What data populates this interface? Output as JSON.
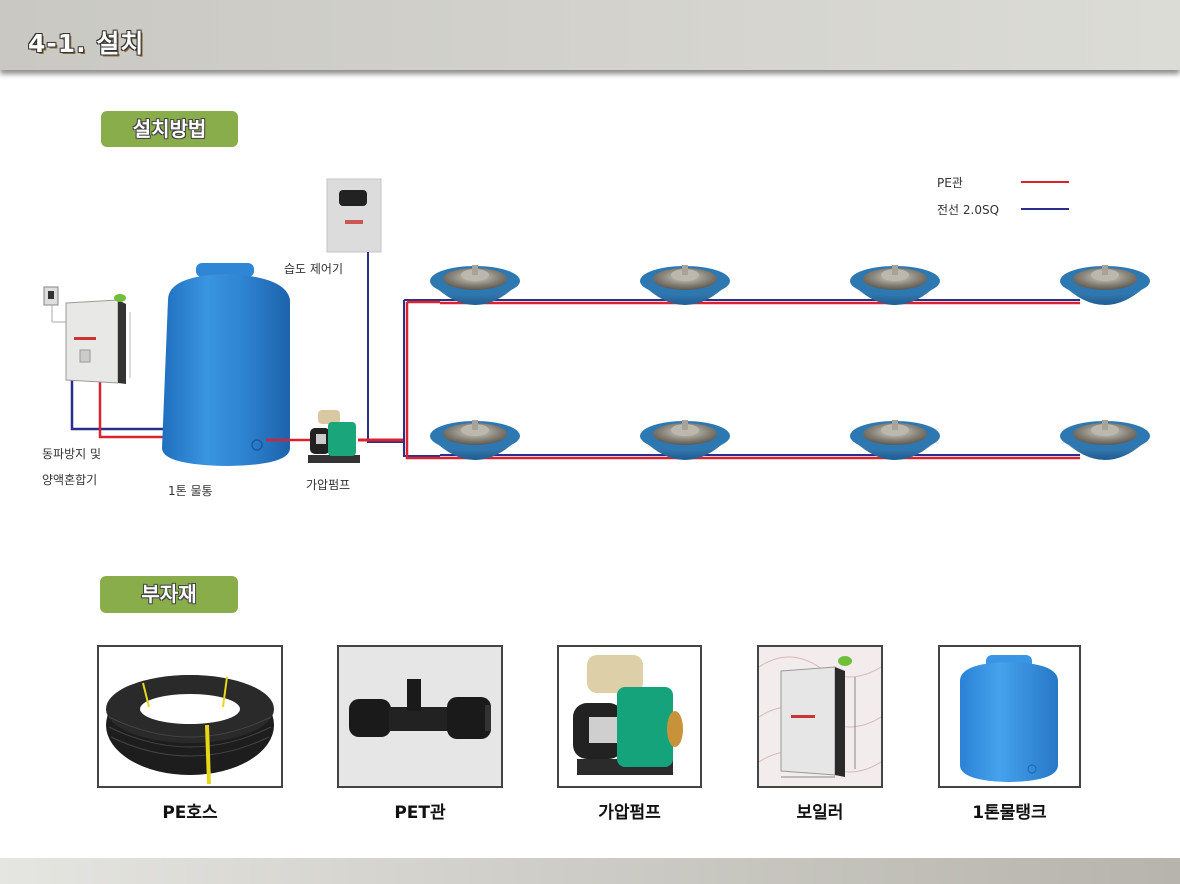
{
  "header": {
    "title": "4-1. 설치"
  },
  "sections": {
    "install_method": "설치방법",
    "accessories": "부자재"
  },
  "legend": {
    "items": [
      {
        "label": "PE관",
        "color": "#d9232e"
      },
      {
        "label": "전선 2.0SQ",
        "color": "#2b2f8c"
      }
    ]
  },
  "diagram": {
    "labels": {
      "boiler_line1": "동파방지 및",
      "boiler_line2": "양액혼합기",
      "tank": "1톤 물통",
      "pump": "가압펌프",
      "humidity_controller": "습도 제어기"
    },
    "nozzle_rows": 2,
    "nozzles_per_row": 4
  },
  "accessories": {
    "items": [
      {
        "label": "PE호스",
        "icon": "hose-coil-icon"
      },
      {
        "label": "PET관",
        "icon": "pipe-fitting-icon"
      },
      {
        "label": "가압펌프",
        "icon": "pump-icon"
      },
      {
        "label": "보일러",
        "icon": "boiler-icon"
      },
      {
        "label": "1톤물탱크",
        "icon": "water-tank-icon"
      }
    ]
  },
  "colors": {
    "accent_green": "#8aad4b",
    "pipe_red": "#d9232e",
    "wire_blue": "#2b2f8c",
    "tank_blue": "#2f86d4"
  }
}
